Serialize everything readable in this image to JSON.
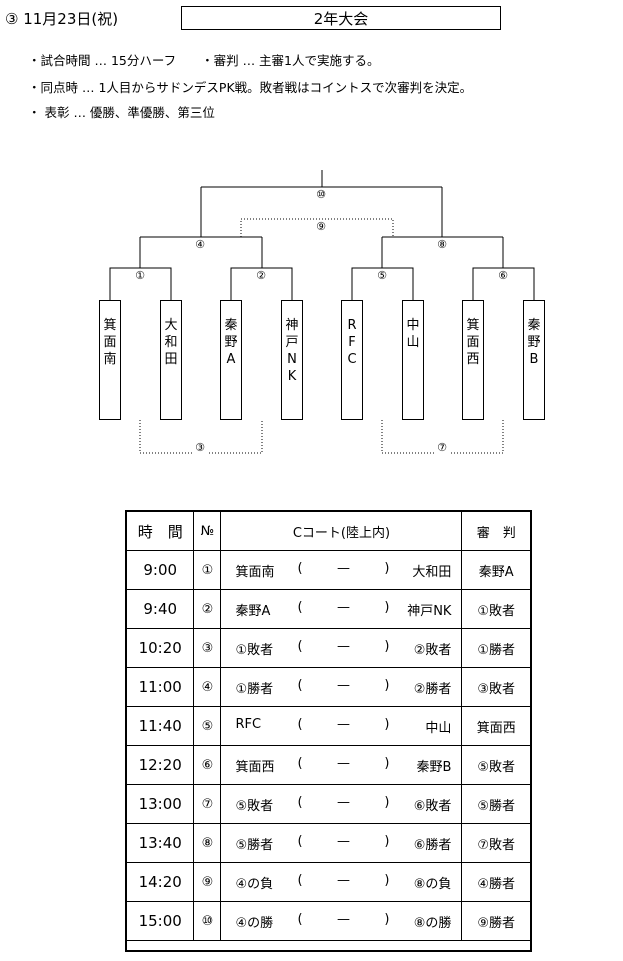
{
  "header": {
    "label": "③ 11月23日(祝)",
    "title": "2年大会"
  },
  "notes": [
    "・試合時間 … 15分ハーフ　　・審判 … 主審1人で実施する。",
    "・同点時 … 1人目からサドンデスPK戦。敗者戦はコイントスで次審判を決定。",
    "・ 表彰 … 優勝、準優勝、第三位"
  ],
  "bracket": {
    "teams": [
      [
        "箕",
        "面",
        "南"
      ],
      [
        "大",
        "和",
        "田"
      ],
      [
        "秦",
        "野",
        "A"
      ],
      [
        "神",
        "戸",
        "N",
        "K"
      ],
      [
        "R",
        "F",
        "C"
      ],
      [
        "中",
        "山"
      ],
      [
        "箕",
        "面",
        "西"
      ],
      [
        "秦",
        "野",
        "B"
      ]
    ],
    "match_labels": {
      "m1": "①",
      "m2": "②",
      "m3": "③",
      "m4": "④",
      "m5": "⑤",
      "m6": "⑥",
      "m7": "⑦",
      "m8": "⑧",
      "m9": "⑨",
      "m10": "⑩"
    }
  },
  "schedule": {
    "headers": {
      "time": "時　間",
      "no": "№",
      "court": "Cコート(陸上内)",
      "ref": "審　判"
    },
    "rows": [
      {
        "time": "9:00",
        "no": "①",
        "a": "箕面南",
        "b": "大和田",
        "ref": "秦野A"
      },
      {
        "time": "9:40",
        "no": "②",
        "a": "秦野A",
        "b": "神戸NK",
        "ref": "①敗者"
      },
      {
        "time": "10:20",
        "no": "③",
        "a": "①敗者",
        "b": "②敗者",
        "ref": "①勝者"
      },
      {
        "time": "11:00",
        "no": "④",
        "a": "①勝者",
        "b": "②勝者",
        "ref": "③敗者"
      },
      {
        "time": "11:40",
        "no": "⑤",
        "a": "RFC",
        "b": "中山",
        "ref": "箕面西"
      },
      {
        "time": "12:20",
        "no": "⑥",
        "a": "箕面西",
        "b": "秦野B",
        "ref": "⑤敗者"
      },
      {
        "time": "13:00",
        "no": "⑦",
        "a": "⑤敗者",
        "b": "⑥敗者",
        "ref": "⑤勝者"
      },
      {
        "time": "13:40",
        "no": "⑧",
        "a": "⑤勝者",
        "b": "⑥勝者",
        "ref": "⑦敗者"
      },
      {
        "time": "14:20",
        "no": "⑨",
        "a": "④の負",
        "b": "⑧の負",
        "ref": "④勝者"
      },
      {
        "time": "15:00",
        "no": "⑩",
        "a": "④の勝",
        "b": "⑧の勝",
        "ref": "⑨勝者"
      }
    ],
    "vs": {
      "open": "(",
      "dash": "—",
      "close": ")"
    }
  }
}
